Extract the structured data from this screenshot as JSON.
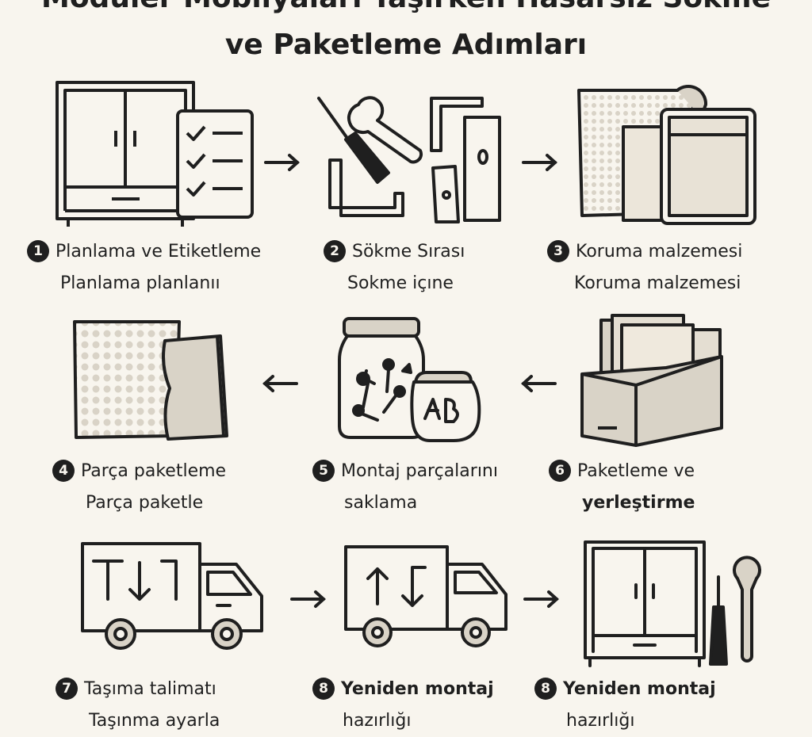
{
  "title": {
    "line1": "Modüler Mobilyaları Taşırken Hasarsız Sökme",
    "line2": "ve Paketleme Adımları"
  },
  "colors": {
    "background": "#f8f5ee",
    "ink": "#1f1f1f",
    "fill": "#d9d3c7"
  },
  "steps": [
    {
      "num": "1",
      "label": "Planlama ve Etiketleme",
      "sub": "Planlama planlanıı",
      "icon": "wardrobe-checklist-icon"
    },
    {
      "num": "2",
      "label": "Sökme Sırası",
      "sub": "Sokme içıne",
      "icon": "tools-panels-icon"
    },
    {
      "num": "3",
      "label": "Koruma malzemesi",
      "sub": "Koruma malzemesi",
      "icon": "bubble-wrap-icon"
    },
    {
      "num": "4",
      "label": "Parça paketleme",
      "sub": "Parça paketle",
      "icon": "wrapped-panel-icon"
    },
    {
      "num": "5",
      "label": "Montaj parçalarını",
      "sub": "saklama",
      "icon": "screw-jar-icon"
    },
    {
      "num": "6",
      "label": "Paketleme ve",
      "sub": "yerleştirme",
      "icon": "panel-box-icon"
    },
    {
      "num": "7",
      "label": "Taşıma talimatı",
      "sub": "Taşınma ayarla",
      "icon": "truck-icon"
    },
    {
      "num": "8",
      "label": "Yeniden montaj",
      "sub": "hazırlığı",
      "icon": "truck-arrows-icon"
    },
    {
      "num": "8",
      "label": "Yeniden montaj",
      "sub": "hazırlığı",
      "icon": "wardrobe-tools-icon"
    }
  ]
}
